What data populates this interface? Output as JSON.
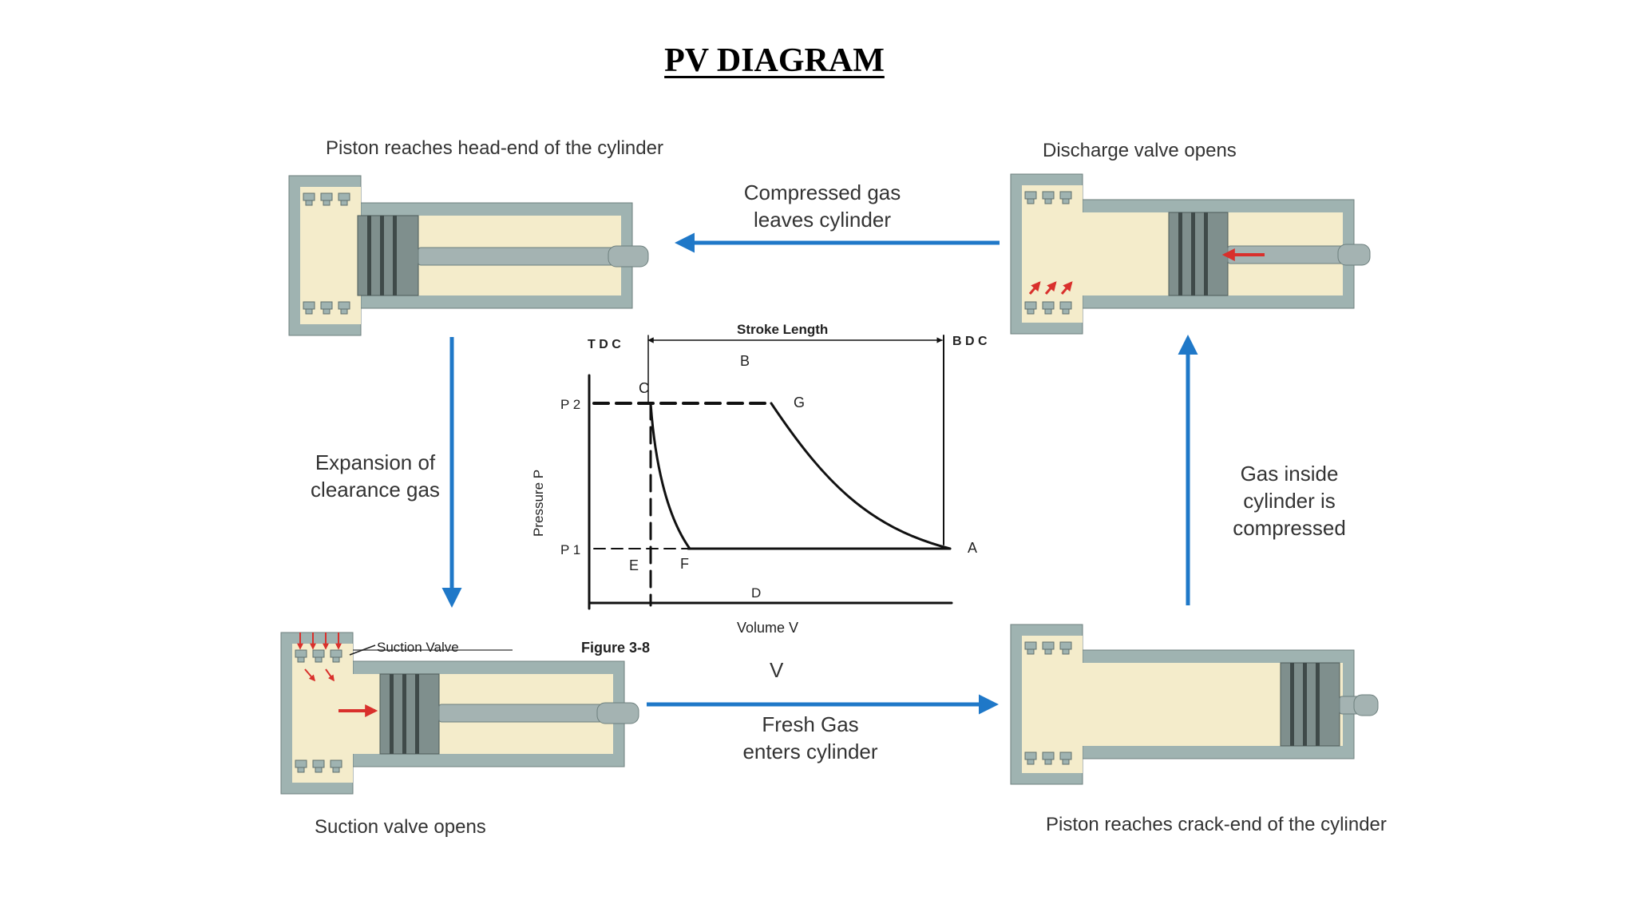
{
  "title": "PV DIAGRAM",
  "captions": {
    "top_left": "Piston reaches head-end of the cylinder",
    "top_right": "Discharge valve opens",
    "bottom_left": "Suction valve opens",
    "bottom_right": "Piston reaches crack-end of the cylinder"
  },
  "arrows": {
    "top": [
      "Compressed gas",
      "leaves cylinder"
    ],
    "left": [
      "Expansion of",
      "clearance gas"
    ],
    "right": [
      "Gas inside",
      "cylinder is",
      "compressed"
    ],
    "bottom": [
      "Fresh Gas",
      "enters cylinder"
    ]
  },
  "cylinder_labels": {
    "suction_valve": "Suction Valve"
  },
  "pv": {
    "stroke_length": "Stroke Length",
    "tdc": "T D C",
    "bdc": "B D C",
    "y_axis": "Pressure P",
    "x_axis": "Volume V",
    "figure": "Figure 3-8",
    "extra_v": "V",
    "p2": "P 2",
    "p1": "P 1",
    "points": {
      "A": "A",
      "B": "B",
      "C": "C",
      "D": "D",
      "E": "E",
      "F": "F",
      "G": "G"
    }
  },
  "colors": {
    "arrow": "#1f78c8",
    "gas": "#f4eccb",
    "wall": "#9fb3b1",
    "red": "#d9302c"
  }
}
